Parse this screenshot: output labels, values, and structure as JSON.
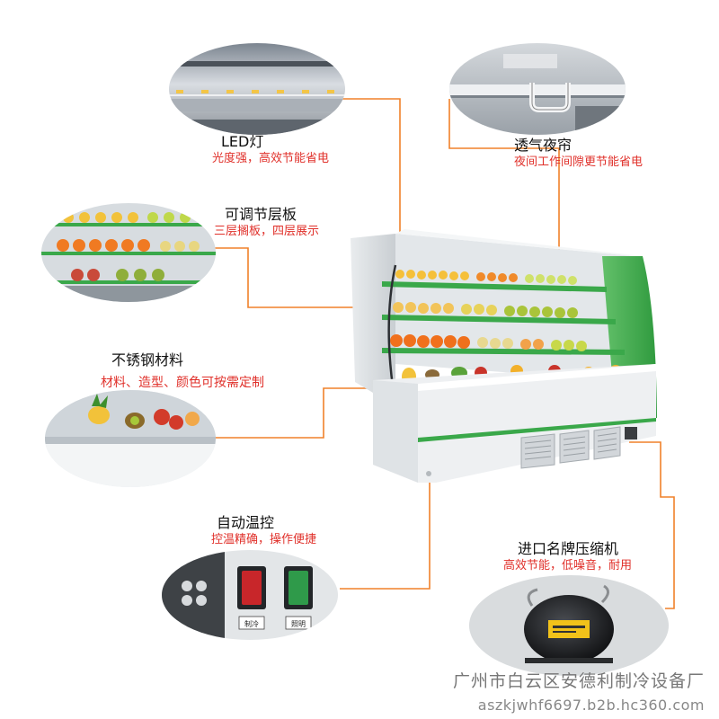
{
  "colors": {
    "accent_text": "#e0302a",
    "leader_line": "#f0812a",
    "cabinet_green": "#3aa84a"
  },
  "callouts": {
    "led": {
      "title": "LED灯",
      "subtitle": "光度强，高效节能省电"
    },
    "night_curtain": {
      "title": "透气夜帘",
      "subtitle": "夜间工作间隙更节能省电"
    },
    "shelves": {
      "title": "可调节层板",
      "subtitle": "三层搁板，四层展示"
    },
    "steel": {
      "title": "不锈钢材料",
      "subtitle": "材料、造型、颜色可按需定制"
    },
    "thermostat": {
      "title": "自动温控",
      "subtitle": "控温精确，操作便捷"
    },
    "compressor": {
      "title": "进口名牌压缩机",
      "subtitle": "高效节能，低噪音，耐用"
    }
  },
  "switch_panel": {
    "cool_label": "制冷",
    "light_label": "照明"
  },
  "footer": {
    "company": "广州市白云区安德利制冷设备厂",
    "website": "aszkjwhf6697.b2b.hc360.com"
  }
}
